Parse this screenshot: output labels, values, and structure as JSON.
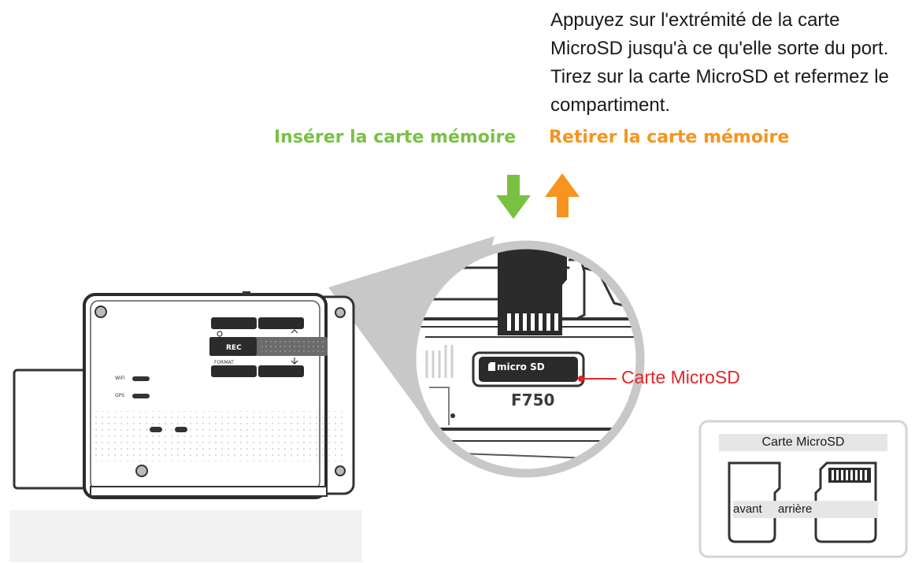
{
  "instruction": {
    "lines": [
      "Appuyez sur l'extrémité de la carte",
      "MicroSD jusqu'à ce qu'elle sorte du port.",
      "Tirez sur la carte MicroSD et refermez le",
      "compartiment."
    ]
  },
  "actions": {
    "insert_label": "Insérer la carte mémoire",
    "remove_label": "Retirer la carte mémoire",
    "insert_color": "#7ac143",
    "remove_color": "#f7941d",
    "insert_icon": "arrow-down-icon",
    "remove_icon": "arrow-up-icon"
  },
  "device": {
    "buttons": {
      "rec": "REC",
      "format": "FORMAT"
    },
    "indicators": {
      "wifi": "WiFi",
      "gps": "GPS"
    }
  },
  "zoom": {
    "slot_label": "micro SD",
    "model": "F750",
    "callout": "Carte MicroSD",
    "callout_color": "#e0262b"
  },
  "inset": {
    "title": "Carte MicroSD",
    "front_label": "avant",
    "back_label": "arrière"
  }
}
